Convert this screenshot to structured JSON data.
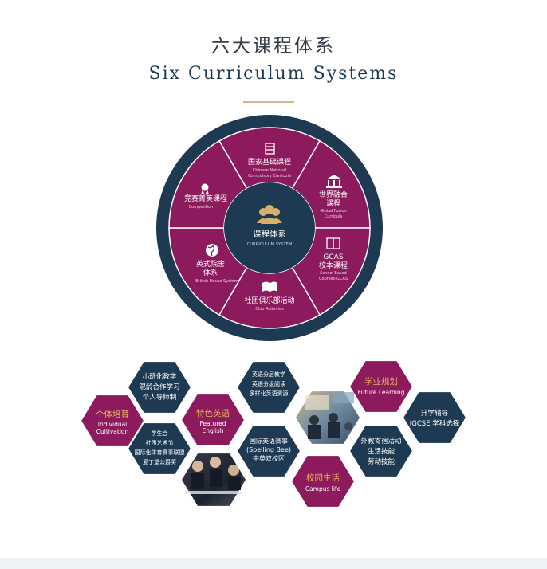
{
  "header": {
    "title_cn": "六大课程体系",
    "title_en": "Six Curriculum Systems"
  },
  "wheel": {
    "center": {
      "cn": "课程体系",
      "en": "CURRICULUM SYSTEM",
      "icon": "people-group-icon"
    },
    "segments": [
      {
        "cn": [
          "国家基础课程"
        ],
        "en": [
          "Chinese National",
          "Compulsory Curricula"
        ],
        "icon": "books-icon"
      },
      {
        "cn": [
          "世界融合",
          "课程"
        ],
        "en": [
          "Global Fusion",
          "Curricula"
        ],
        "icon": "institution-icon"
      },
      {
        "cn": [
          "GCAS",
          "校本课程"
        ],
        "en": [
          "School Based",
          "Courses-GCAS"
        ],
        "icon": "book-icon"
      },
      {
        "cn": [
          "社团俱乐部活动"
        ],
        "en": [
          "Club Activities"
        ],
        "icon": "open-book-icon"
      },
      {
        "cn": [
          "英式院舍",
          "体系"
        ],
        "en": [
          "British House System"
        ],
        "icon": "globe-icon"
      },
      {
        "cn": [
          "竞赛菁英课程"
        ],
        "en": [
          "Competition"
        ],
        "icon": "medal-icon"
      }
    ]
  },
  "hexes": {
    "individual": {
      "title": "个体培育",
      "en": [
        "Individual",
        "Cultivation"
      ]
    },
    "individual_top": {
      "lines": [
        "小班化教学",
        "混龄合作学习",
        "个人导师制"
      ]
    },
    "individual_bottom": {
      "lines": [
        "学生会",
        "社团艺术节",
        "国际化体育赛事联盟",
        "爱丁堡公爵奖"
      ]
    },
    "english": {
      "title": "特色英语",
      "en": [
        "Featured",
        "English"
      ]
    },
    "english_top": {
      "lines": [
        "英语分层教学",
        "英语分级阅读",
        "多样化英语资源"
      ]
    },
    "english_bottom": {
      "lines": [
        "国际英语赛事",
        "(Spelling Bee)",
        "中英双校区"
      ]
    },
    "academic": {
      "title": "学业规划",
      "en": [
        "Future Learning"
      ]
    },
    "academic_right": {
      "lines": [
        "升学辅导",
        "IGCSE 学科选择"
      ]
    },
    "campus": {
      "title": "校园生活",
      "en": [
        "Campus life"
      ]
    },
    "campus_right": {
      "lines": [
        "外教寄宿活动",
        "生活技能",
        "劳动技能"
      ]
    }
  },
  "colors": {
    "navy": "#1d3a52",
    "plum": "#8c1a5c",
    "gold": "#e7b25a",
    "rule": "#d9b690"
  }
}
